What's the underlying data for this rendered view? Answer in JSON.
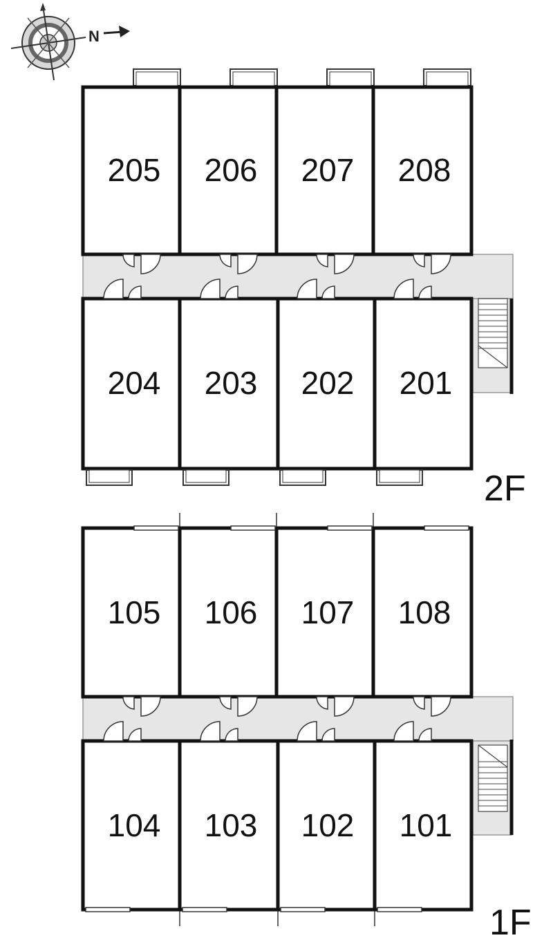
{
  "compass": {
    "north_label": "N"
  },
  "floors": [
    {
      "label": "2F",
      "top_rooms": [
        "205",
        "206",
        "207",
        "208"
      ],
      "bottom_rooms": [
        "204",
        "203",
        "202",
        "201"
      ]
    },
    {
      "label": "1F",
      "top_rooms": [
        "105",
        "106",
        "107",
        "108"
      ],
      "bottom_rooms": [
        "104",
        "103",
        "102",
        "101"
      ]
    }
  ],
  "colors": {
    "wall": "#111111",
    "corridor": "#e6e6e6",
    "corridor_edge": "#999999",
    "balcony": "#ffffff"
  }
}
